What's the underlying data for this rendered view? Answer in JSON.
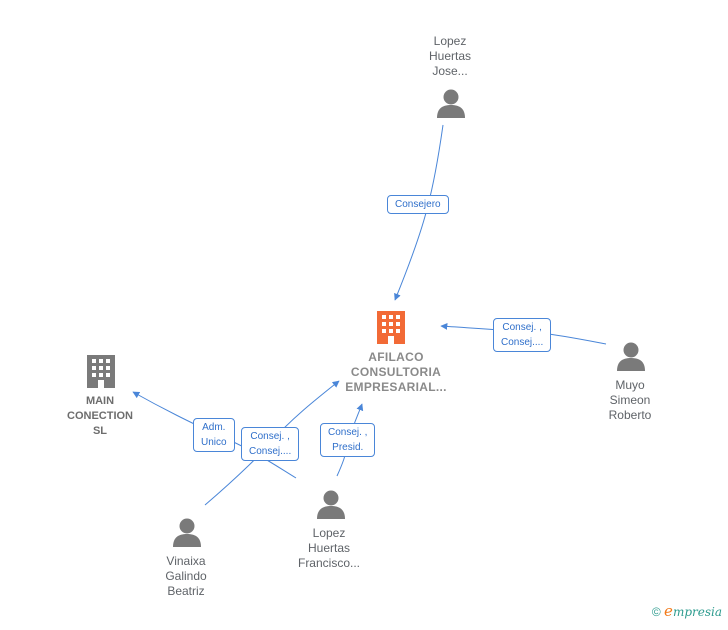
{
  "nodes": {
    "afilaco": {
      "label": "AFILACO\nCONSULTORIA\nEMPRESARIAL..."
    },
    "main_conection": {
      "label": "MAIN\nCONECTION\nSL"
    },
    "lopez_jose": {
      "label": "Lopez\nHuertas\nJose..."
    },
    "muyo": {
      "label": "Muyo\nSimeon\nRoberto"
    },
    "vinaixa": {
      "label": "Vinaixa\nGalindo\nBeatriz"
    },
    "lopez_francisco": {
      "label": "Lopez\nHuertas\nFrancisco..."
    }
  },
  "edges": {
    "consejero": "Consejero",
    "muyo_roles": "Consej. ,\nConsej....",
    "adm_unico": "Adm.\nUnico",
    "vinaixa_roles": "Consej. ,\nConsej....",
    "francisco_roles": "Consej. ,\nPresid."
  },
  "footer": {
    "copyright": "©",
    "brand": "mpresia",
    "brand_initial": "e"
  },
  "colors": {
    "edge": "#4a86d8",
    "main_company": "#f26a36",
    "company": "#7a7a7a",
    "person": "#7a7a7a"
  }
}
